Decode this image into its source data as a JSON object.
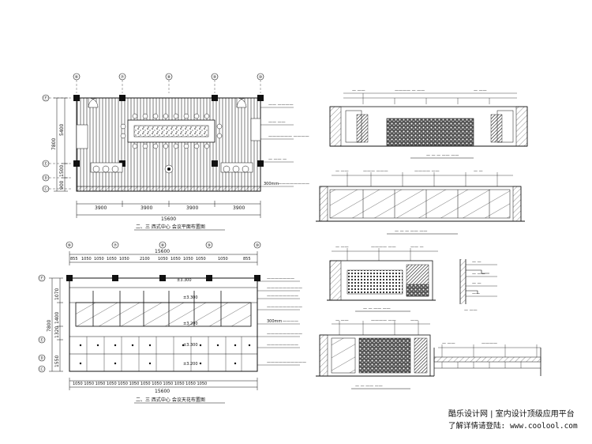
{
  "grid_axes": [
    "⑥",
    "⑦",
    "⑧",
    "⑨",
    "⑩"
  ],
  "row_axes": [
    "Ⓕ",
    "Ⓔ",
    "Ⓓ",
    "Ⓒ"
  ],
  "plan": {
    "dims_bottom": [
      "3900",
      "3900",
      "3900",
      "3900"
    ],
    "dim_total": "15600",
    "dims_left": [
      "5400",
      "1500",
      "900"
    ],
    "dim_left_total": "7800",
    "note_300": "300mm",
    "title": "二、三 西式中心  会议平面布置图"
  },
  "ceiling": {
    "dim_total_top": "15600",
    "dims_top": [
      "855",
      "1050",
      "1050",
      "1050",
      "1050",
      "2100",
      "1050",
      "1050",
      "1050",
      "1050",
      "1050",
      "855"
    ],
    "dims_left": [
      "1550",
      "1320",
      "1400",
      "1070",
      "7800"
    ],
    "dim_total_bottom": "15600",
    "note_300": "300mm",
    "heights": [
      "±3.300",
      "±3.300",
      "±3.200",
      "±3.300",
      "±3.200"
    ],
    "title": "二、三 西式中心  会议天花布置图"
  },
  "watermark": {
    "line1": "酷乐设计网 | 室内设计顶级应用平台",
    "line2": "了解详情请登陆: www.coolool.com"
  }
}
